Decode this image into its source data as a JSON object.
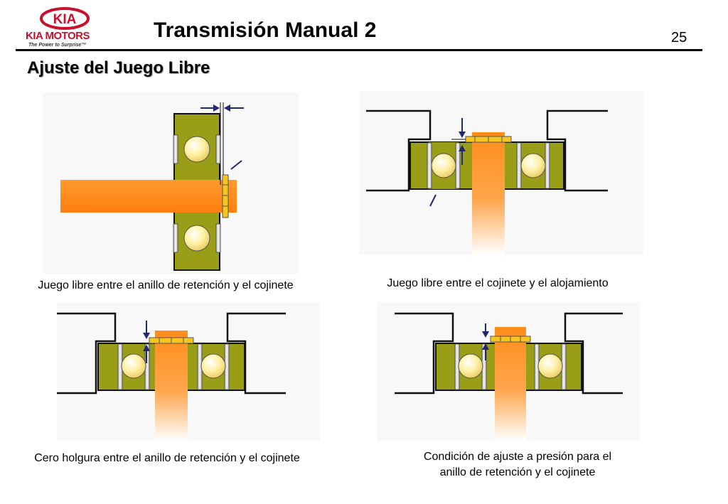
{
  "logo": {
    "mark_text": "KIA",
    "brand": "KIA MOTORS",
    "tagline": "The Power to Surprise™",
    "color": "#c8102e"
  },
  "header": {
    "title": "Transmisión Manual 2",
    "page_number": "25"
  },
  "section": {
    "subtitle": "Ajuste del Juego Libre"
  },
  "diagrams": [
    {
      "caption_lines": [
        "Juego libre entre el anillo de retención y el cojinete"
      ]
    },
    {
      "caption_lines": [
        "Juego libre entre el cojinete y el alojamiento"
      ]
    },
    {
      "caption_lines": [
        "Cero holgura entre el anillo de retención y el cojinete"
      ]
    },
    {
      "caption_lines": [
        "Condición de ajuste a presión para el",
        "anillo de retención y el cojinete"
      ]
    }
  ],
  "colors": {
    "bearing_body": "#9a9d16",
    "ball": "#fff5b0",
    "shaft": "#ff8c1a",
    "snap_ring": "#f7c51e",
    "arrow": "#1f2a6b",
    "housing": "#111111"
  }
}
